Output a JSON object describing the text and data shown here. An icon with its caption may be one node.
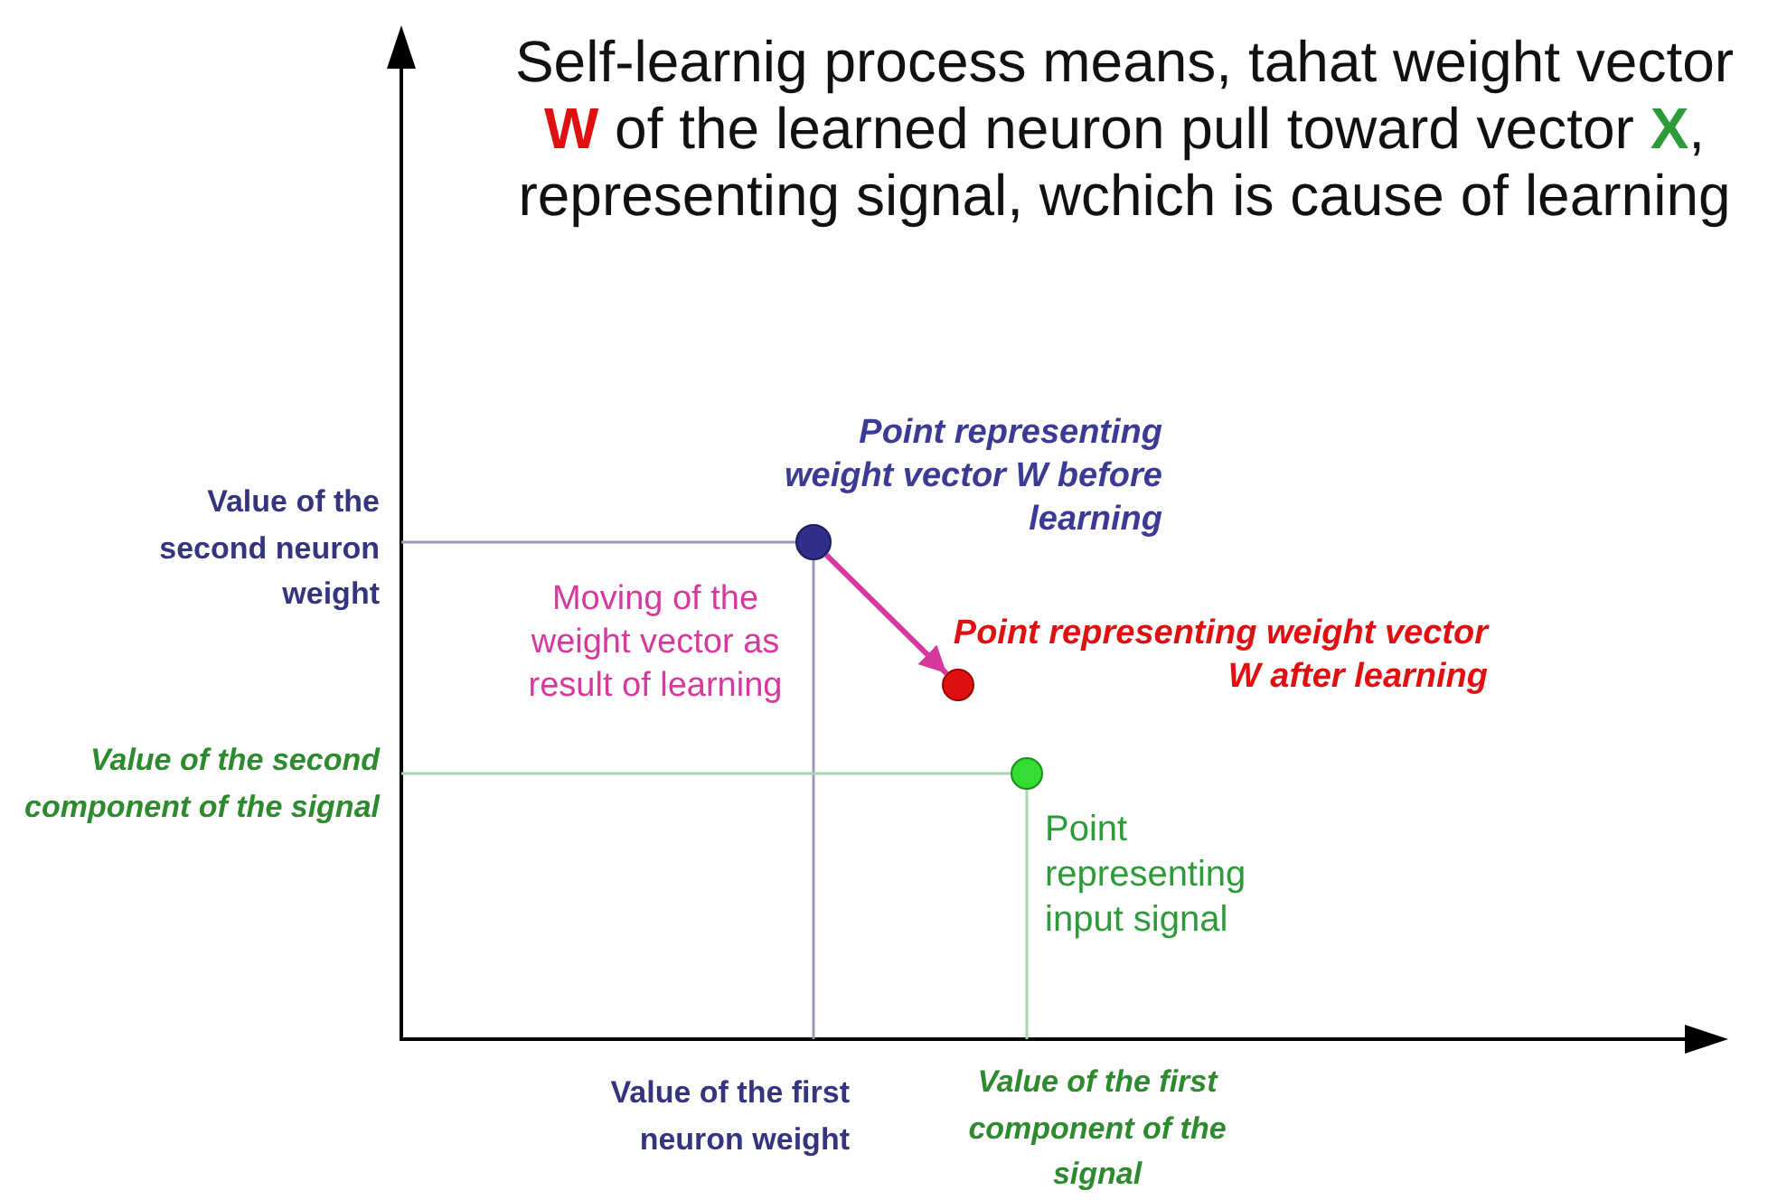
{
  "diagram": {
    "title": "Self-learnig process means, tahat weight vector **W** of the learned neuron pull toward vector **X**, representing signal, wchich is cause of learning",
    "nodes": [
      {
        "text": [],
        "shape": "circle",
        "beside": [
          "Point representing weight vector W before learning"
        ]
      },
      {
        "text": [],
        "shape": "circle",
        "beside": [
          "Point representing weight vector W after learning"
        ]
      },
      {
        "text": [],
        "shape": "circle",
        "beside": [
          "Point representing input signal"
        ]
      }
    ],
    "edges": [
      {
        "from": 0,
        "to": 1,
        "arrow": "to",
        "label": "Moving of the weight vector as result of learning",
        "color": "#d6399e"
      }
    ],
    "labels": [
      "Value of the second neuron weight",
      "Value of the second component of the signal",
      "Value of the first neuron weight",
      "Value of the first component of the signal"
    ]
  }
}
